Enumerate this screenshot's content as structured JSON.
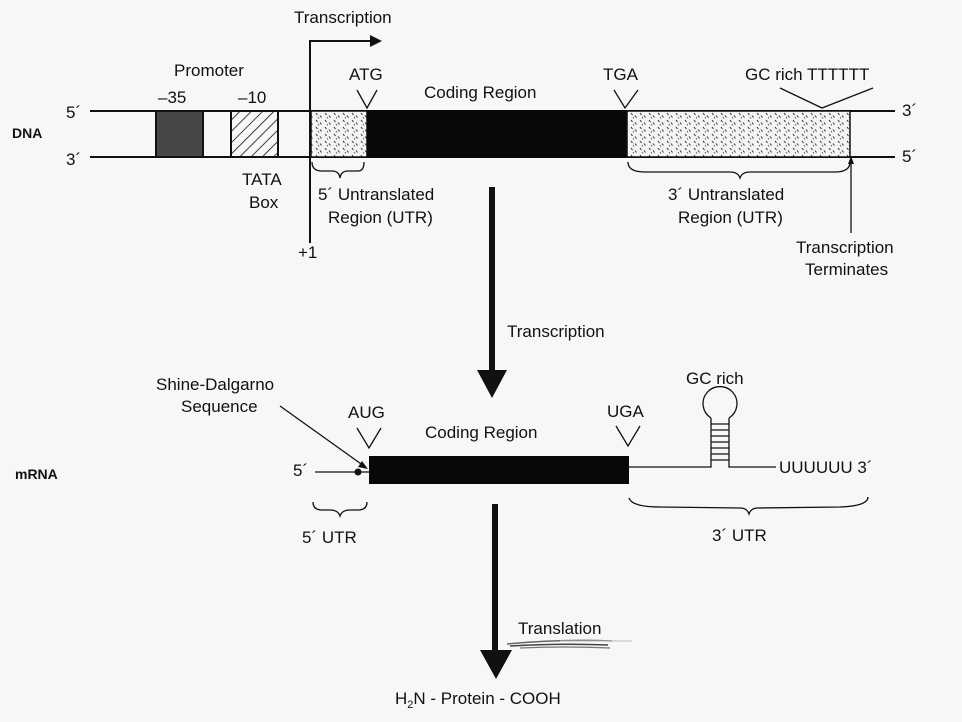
{
  "diagram": {
    "dna": {
      "row_label": "DNA",
      "strand_top_left": "5´",
      "strand_bottom_left": "3´",
      "strand_top_right": "3´",
      "strand_bottom_right": "5´",
      "promoter_label": "Promoter",
      "minus35_label": "–35",
      "minus10_label": "–10",
      "tata_label_line1": "TATA",
      "tata_label_line2": "Box",
      "transcription_start_label": "Transcription",
      "plus1_label": "+1",
      "start_codon": "ATG",
      "coding_region_label": "Coding Region",
      "stop_codon": "TGA",
      "terminator_label": "GC rich TTTTTT",
      "utr5_line1": "5´ Untranslated",
      "utr5_line2": "Region (UTR)",
      "utr3_line1": "3´ Untranslated",
      "utr3_line2": "Region (UTR)",
      "termination_line1": "Transcription",
      "termination_line2": "Terminates"
    },
    "process1_label": "Transcription",
    "mrna": {
      "row_label": "mRNA",
      "five_prime": "5´",
      "shine_dalgarno_line1": "Shine-Dalgarno",
      "shine_dalgarno_line2": "Sequence",
      "start_codon": "AUG",
      "coding_region_label": "Coding Region",
      "stop_codon": "UGA",
      "hairpin_label": "GC rich",
      "poly_u_tail": "UUUUUU 3´",
      "utr5_label": "5´ UTR",
      "utr3_label": "3´ UTR"
    },
    "process2_label": "Translation",
    "protein": {
      "prefix": "H",
      "subscript": "2",
      "suffix": "N - Protein - COOH"
    },
    "colors": {
      "background": "#f7f7f7",
      "ink": "#111111",
      "minus35_box": "#474747",
      "utr_fill": "#f2f2f2"
    }
  }
}
